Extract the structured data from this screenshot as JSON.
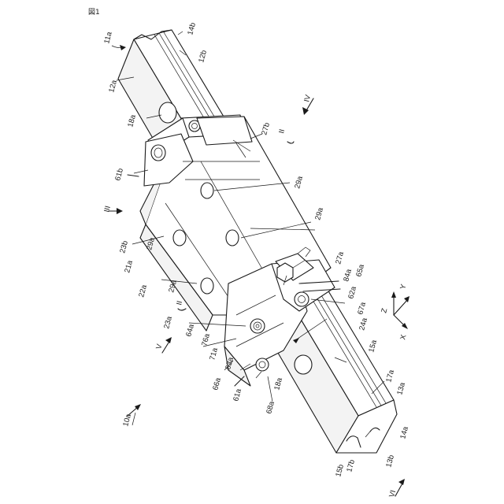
{
  "figure_title": "図1",
  "labels": {
    "l_11a": "11a",
    "l_14b": "14b",
    "l_12b": "12b",
    "l_12a": "12a",
    "l_18a_top": "18a",
    "l_IV": "IV",
    "l_II_top": "II",
    "l_27b": "27b",
    "l_61b": "61b",
    "l_29a_1": "29a",
    "l_III": "III",
    "l_29a_2": "29a",
    "l_23b": "23b",
    "l_29a_3": "29a",
    "l_21a": "21a",
    "l_27a": "27a",
    "l_84a": "84a",
    "l_65a": "65a",
    "l_22a": "22a",
    "l_29a_4": "29a",
    "l_62a": "62a",
    "l_II_bottom": "II",
    "l_67a": "67a",
    "l_Y": "Y",
    "l_Z": "Z",
    "l_23a": "23a",
    "l_64a": "64a",
    "l_24a": "24a",
    "l_X": "X",
    "l_76a": "76a",
    "l_V": "V",
    "l_71a": "71a",
    "l_63a": "63a",
    "l_15a": "15a",
    "l_66a": "66a",
    "l_18a_bottom": "18a",
    "l_17a": "17a",
    "l_61a": "61a",
    "l_13a": "13a",
    "l_68a": "68a",
    "l_10a": "10a",
    "l_14a": "14a",
    "l_15b": "15b",
    "l_17b": "17b",
    "l_13b": "13b",
    "l_VI": "VI"
  }
}
